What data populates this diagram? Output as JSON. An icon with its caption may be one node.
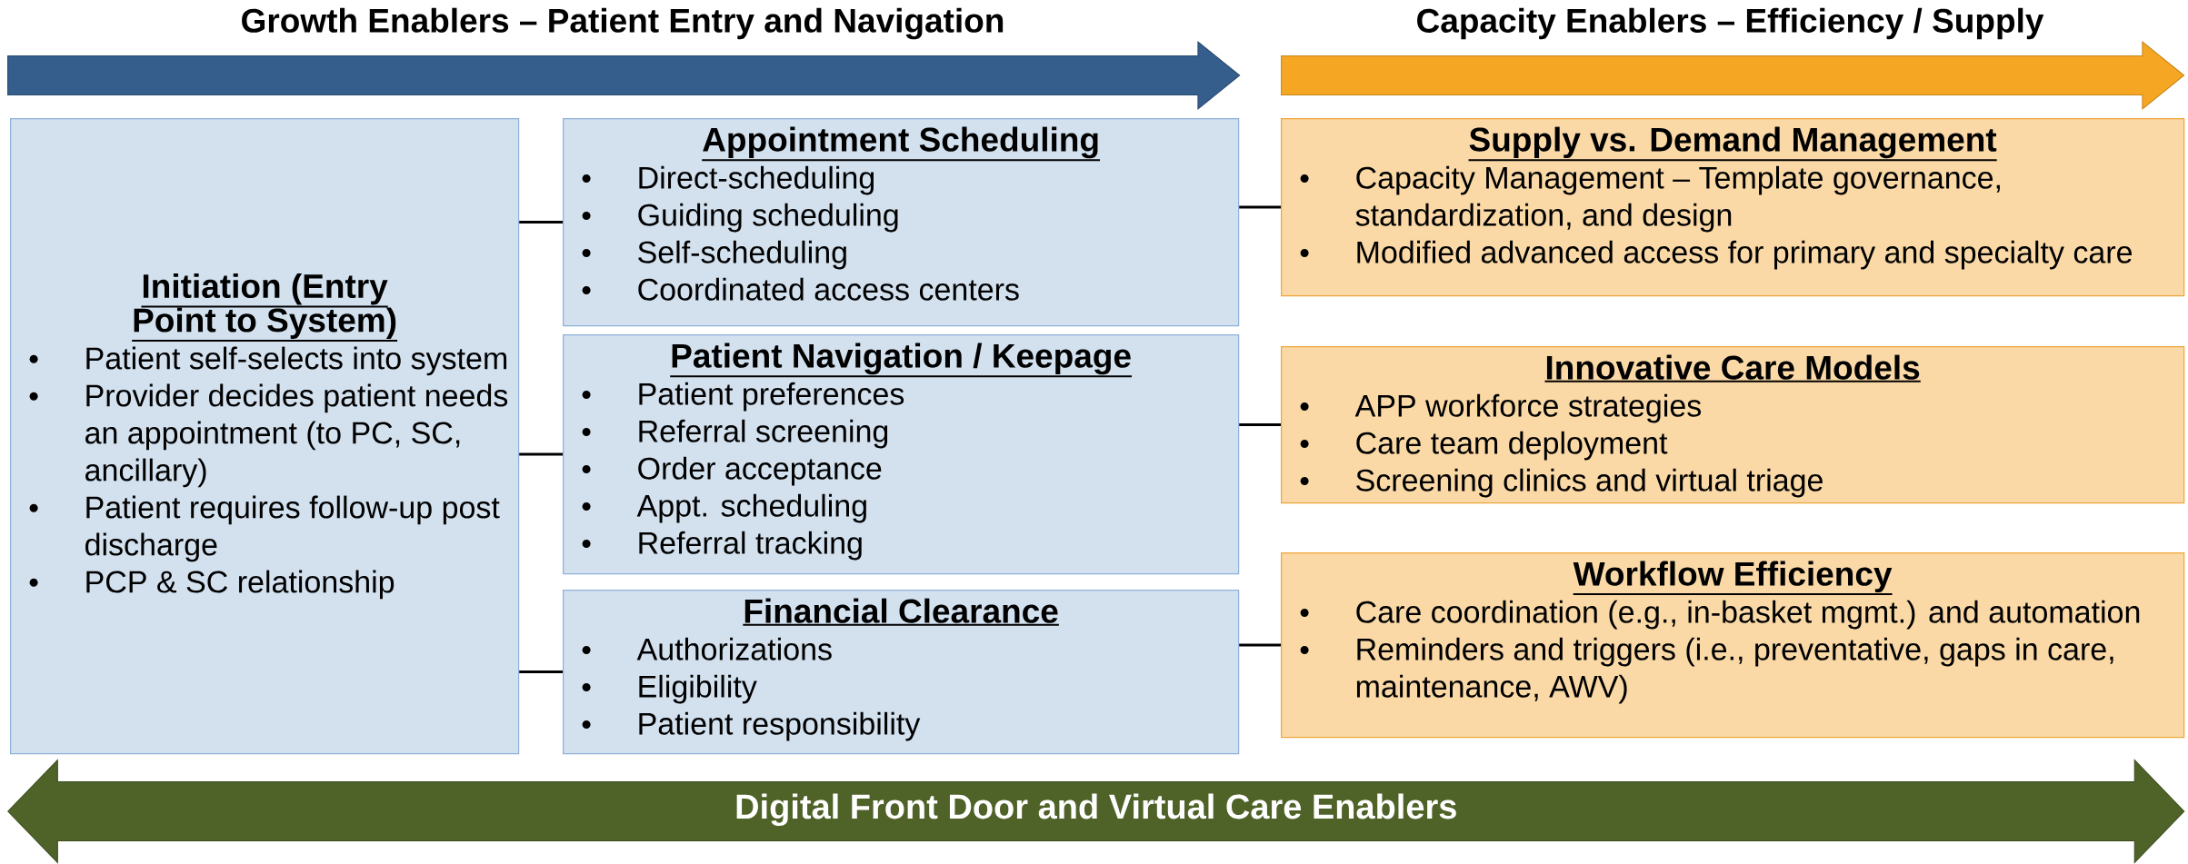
{
  "diagram": {
    "nodes": [
      {
        "text": [
          "Growth Enablers – Patient Entry and Navigation"
        ]
      },
      {
        "text": [
          "Capacity Enablers – Efficiency / Supply"
        ]
      },
      {
        "text": [
          "Initiation (Entry Point to System)",
          "Patient self-selects into system",
          "Provider decides patient needs an appointment (to PC, SC, ancillary)",
          "Patient requires follow-up post discharge",
          "PCP & SC relationship"
        ]
      },
      {
        "text": [
          "Appointment Scheduling",
          "Direct-scheduling",
          "Guiding scheduling",
          "Self-scheduling",
          "Coordinated access centers"
        ]
      },
      {
        "text": [
          "Patient Navigation / Keepage",
          "Patient preferences",
          "Referral screening",
          "Order acceptance",
          "Appt. scheduling",
          "Referral tracking"
        ]
      },
      {
        "text": [
          "Financial Clearance",
          "Authorizations",
          "Eligibility",
          "Patient responsibility"
        ]
      },
      {
        "text": [
          "Supply vs. Demand Management",
          "Capacity Management – Template governance, standardization, and design",
          "Modified advanced access for primary and specialty care"
        ]
      },
      {
        "text": [
          "Innovative Care Models",
          "APP workforce strategies",
          "Care team deployment",
          "Screening clinics and virtual triage"
        ]
      },
      {
        "text": [
          "Workflow Efficiency",
          "Care coordination (e.g., in-basket mgmt.) and automation",
          "Reminders and triggers (i.e., preventative, gaps in care, maintenance, AWV)"
        ]
      },
      {
        "text": [
          "Digital Front Door and Virtual Care Enablers"
        ]
      }
    ],
    "edges": [
      {
        "from": 2,
        "to": 3,
        "arrow": "none"
      },
      {
        "from": 2,
        "to": 4,
        "arrow": "none"
      },
      {
        "from": 2,
        "to": 5,
        "arrow": "none"
      },
      {
        "from": 3,
        "to": 6,
        "arrow": "none"
      },
      {
        "from": 4,
        "to": 7,
        "arrow": "none"
      },
      {
        "from": 5,
        "to": 8,
        "arrow": "none"
      }
    ]
  }
}
